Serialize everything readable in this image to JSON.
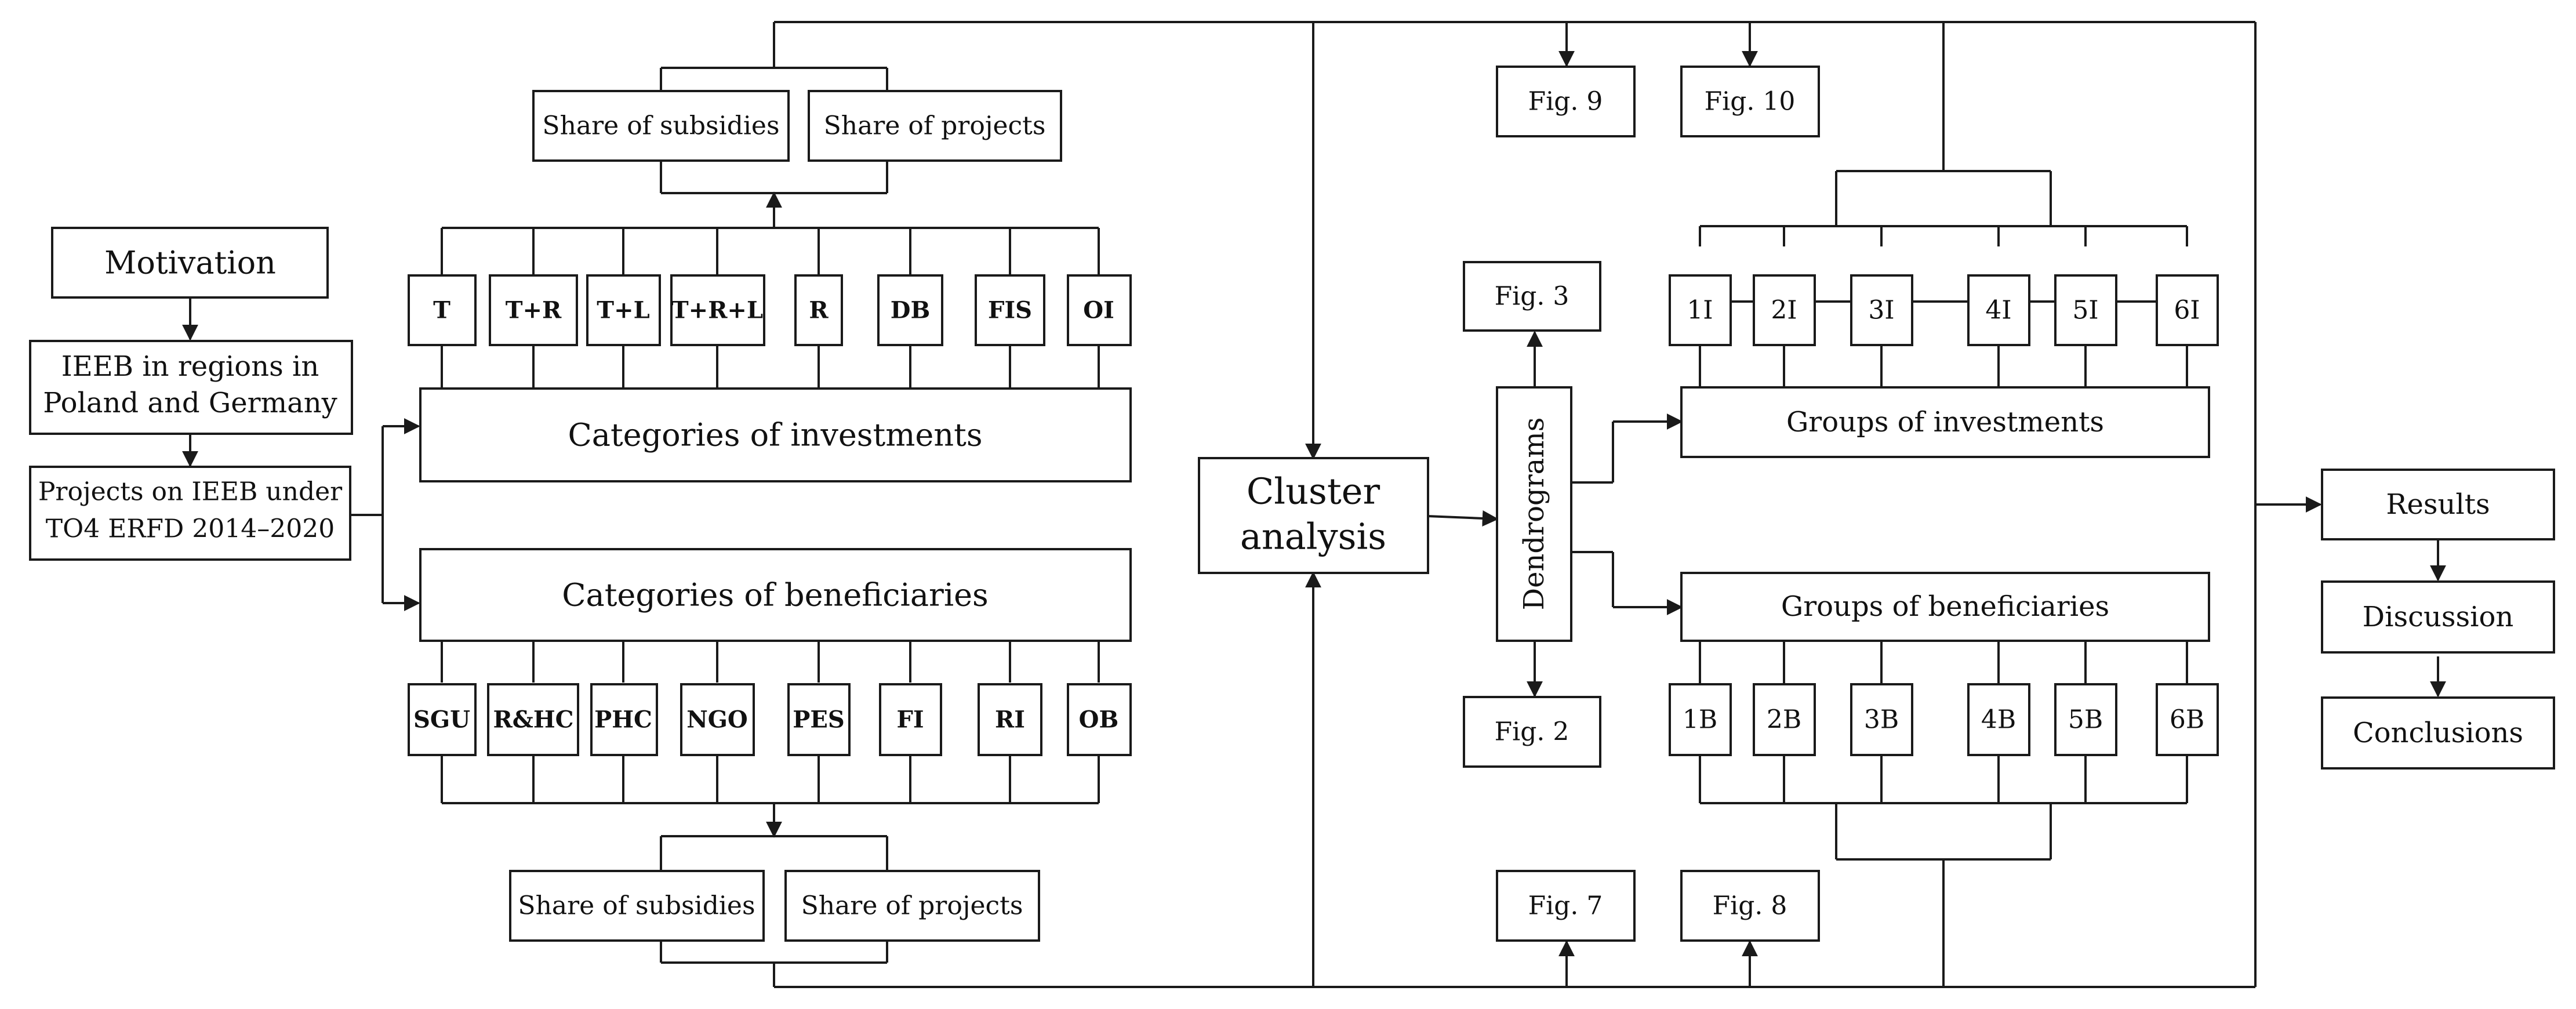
{
  "motivation": "Motivation",
  "ieeb_regions": [
    "IEEB in regions in",
    "Poland and Germany"
  ],
  "projects": [
    "Projects on IEEB under",
    "TO4 ERFD 2014–2020"
  ],
  "investments_category_title": "Categories of investments",
  "beneficiaries_category_title": "Categories of beneficiaries",
  "investment_categories": [
    "T",
    "T+R",
    "T+L",
    "T+R+L",
    "R",
    "DB",
    "FIS",
    "OI"
  ],
  "beneficiary_categories": [
    "SGU",
    "R&HC",
    "PHC",
    "NGO",
    "PES",
    "FI",
    "RI",
    "OB"
  ],
  "top_shares": [
    "Share of subsidies",
    "Share of projects"
  ],
  "bottom_shares": [
    "Share of subsidies",
    "Share of projects"
  ],
  "cluster_analysis": [
    "Cluster",
    "analysis"
  ],
  "dendrograms": "Dendrograms",
  "figs": {
    "fig9": "Fig. 9",
    "fig10": "Fig. 10",
    "fig3": "Fig. 3",
    "fig2": "Fig. 2",
    "fig7": "Fig. 7",
    "fig8": "Fig. 8"
  },
  "groups_investments": "Groups of investments",
  "groups_beneficiaries": "Groups of beneficiaries",
  "investment_groups": [
    "1I",
    "2I",
    "3I",
    "4I",
    "5I",
    "6I"
  ],
  "beneficiary_groups": [
    "1B",
    "2B",
    "3B",
    "4B",
    "5B",
    "6B"
  ],
  "results": "Results",
  "discussion": "Discussion",
  "conclusions": "Conclusions"
}
